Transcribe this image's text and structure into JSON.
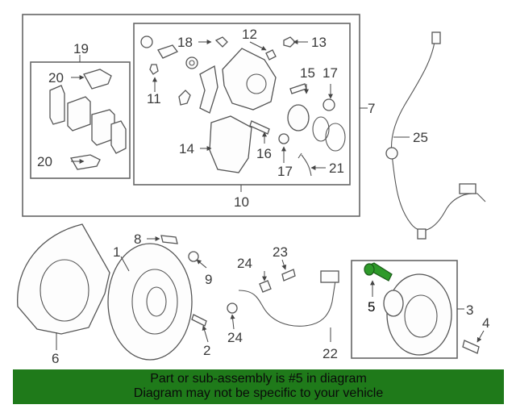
{
  "labels": [
    "1",
    "2",
    "3",
    "4",
    "5",
    "6",
    "7",
    "8",
    "9",
    "10",
    "11",
    "12",
    "13",
    "14",
    "15",
    "16",
    "17",
    "18",
    "19",
    "20",
    "21",
    "22",
    "23",
    "24",
    "25"
  ],
  "highlight_part": "5",
  "colors": {
    "banner": "#1f7a1a",
    "highlight_bolt": "#2e9a2a",
    "line": "#555555"
  },
  "banner": {
    "line1": "Part or sub-assembly is #5 in diagram",
    "line2": "Diagram may not be specific to your vehicle"
  }
}
